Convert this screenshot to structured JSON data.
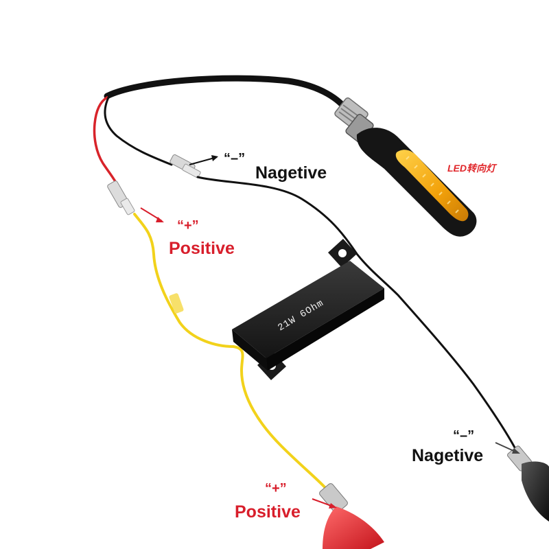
{
  "labels": {
    "top_negative_quote": "“–”",
    "top_negative": "Nagetive",
    "top_positive_quote": "“+”",
    "top_positive": "Positive",
    "bottom_negative_quote": "“–”",
    "bottom_negative": "Nagetive",
    "bottom_positive_quote": "“+”",
    "bottom_positive": "Positive",
    "led_turn_signal": "LED转向灯",
    "resistor_rating": "21W 6Ohm"
  },
  "colors": {
    "positive_red": "#d81e2b",
    "negative_black": "#111111",
    "yellow_wire": "#f2d21b",
    "red_wire": "#d8232a",
    "led_amber": "#f5a60c",
    "resistor_body": "#1b1b1b"
  }
}
